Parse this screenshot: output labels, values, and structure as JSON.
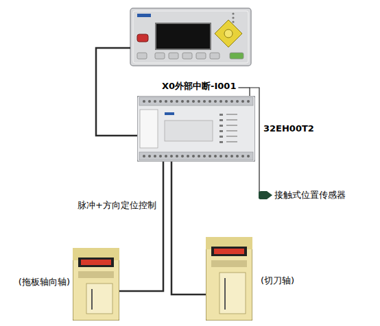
{
  "diagram": {
    "nodes": [
      {
        "text": [
          "X0外部中断-I001",
          "32EH00T2"
        ]
      },
      {
        "text": [
          "(拖板轴向轴)"
        ]
      },
      {
        "text": [
          "(切刀轴)"
        ]
      },
      {
        "text": [
          "接触式位置传感器"
        ]
      }
    ],
    "edges": [
      {
        "from": 0,
        "to": 1,
        "arrow": "none",
        "label": "脉冲+方向定位控制"
      },
      {
        "from": 0,
        "to": 2,
        "arrow": "none"
      },
      {
        "from": 0,
        "to": 3,
        "arrow": "to"
      }
    ]
  }
}
